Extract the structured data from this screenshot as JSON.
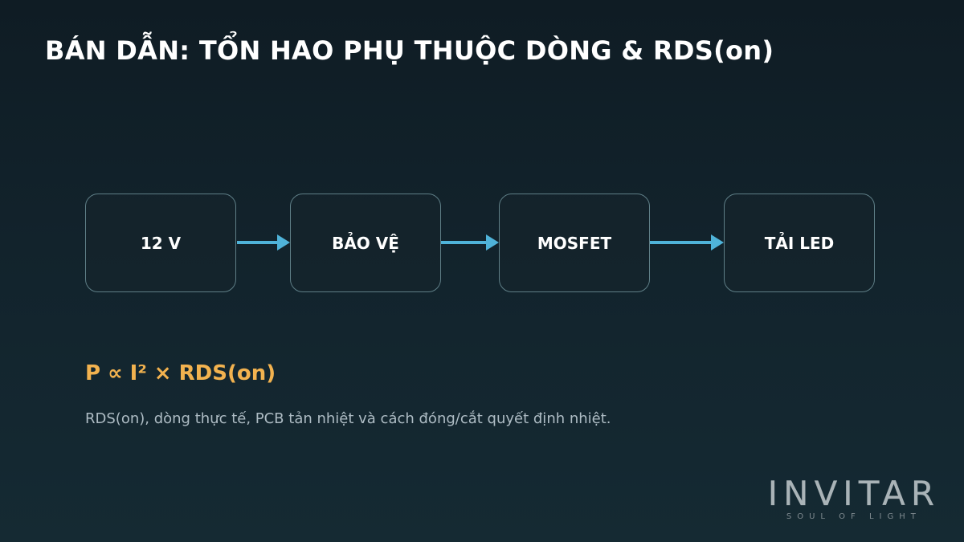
{
  "title": "BÁN DẪN: TỔN HAO PHỤ THUỘC DÒNG & RDS(on)",
  "flow": {
    "nodes": [
      {
        "label": "12 V"
      },
      {
        "label": "BẢO VỆ"
      },
      {
        "label": "MOSFET"
      },
      {
        "label": "TẢI LED"
      }
    ],
    "connector_color": "#4fb3d9",
    "box_border_color": "#5f7f87"
  },
  "formula": "P ∝ I² × RDS(on)",
  "description": "RDS(on), dòng thực tế, PCB tản nhiệt và cách đóng/cắt quyết định nhiệt.",
  "logo": {
    "wordmark": "INVITAR",
    "tagline": "SOUL OF LIGHT"
  },
  "colors": {
    "accent": "#f2b24f",
    "background": "#12232c",
    "text": "#ffffff",
    "muted_text": "#aebcc4"
  }
}
